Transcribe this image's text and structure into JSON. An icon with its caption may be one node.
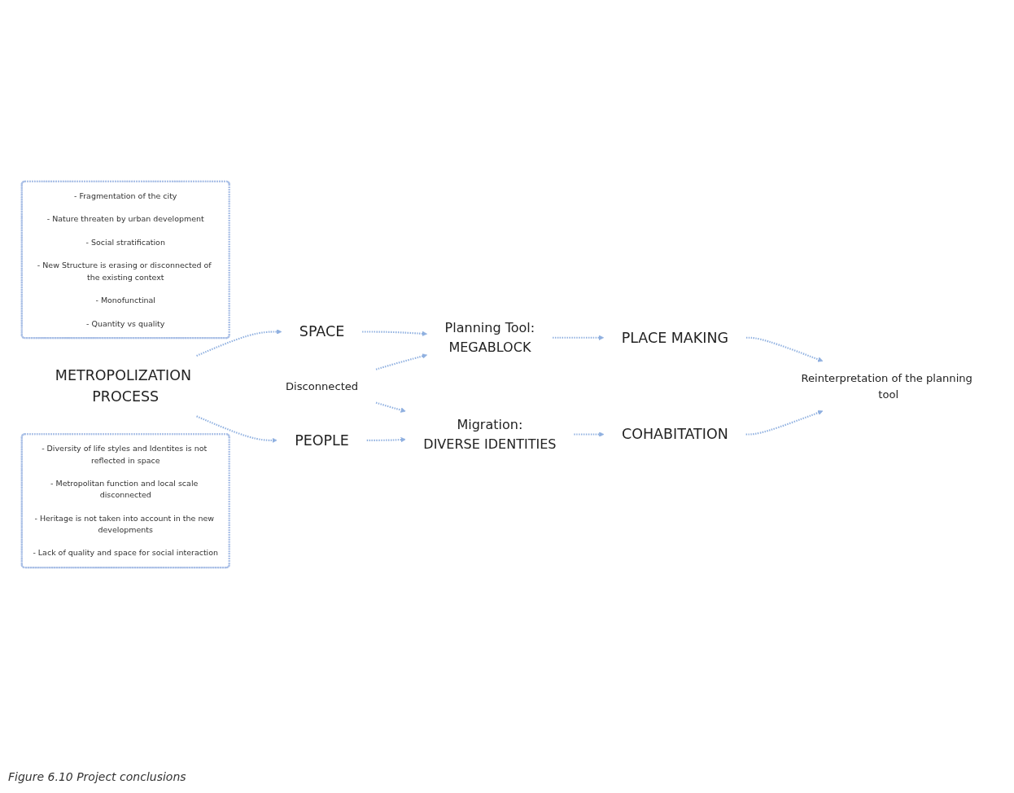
{
  "diagram": {
    "caption": "Figure 6.10 Project conclusions",
    "nodes": [
      {
        "text": [
          "- Fragmentation of the city",
          "- Nature threaten by urban development",
          "- Social stratification",
          "- New Structure is erasing or disconnected of the existing context",
          "- Monofunctinal",
          "- Quantity vs quality"
        ]
      },
      {
        "text": [
          "SPACE"
        ]
      },
      {
        "text": [
          "Planning Tool:",
          "MEGABLOCK"
        ]
      },
      {
        "text": [
          "PLACE MAKING"
        ]
      },
      {
        "text": [
          "METROPOLIZATION PROCESS"
        ]
      },
      {
        "text": [
          "Disconnected"
        ]
      },
      {
        "text": [
          "Reinterpretation of the planning tool"
        ]
      },
      {
        "text": [
          "PEOPLE"
        ]
      },
      {
        "text": [
          "Migration:",
          "DIVERSE IDENTITIES"
        ]
      },
      {
        "text": [
          "COHABITATION"
        ]
      },
      {
        "text": [
          "- Diversity of life styles and Identites is not reflected in space",
          "- Metropolitan function and local scale disconnected",
          "- Heritage is not taken into account in the new developments",
          "- Lack of quality and space for social interaction"
        ]
      }
    ],
    "edges": [
      {
        "from": 4,
        "to": 1,
        "arrow": "to",
        "style": "dashed"
      },
      {
        "from": 4,
        "to": 7,
        "arrow": "to",
        "style": "dashed"
      },
      {
        "from": 1,
        "to": 2,
        "arrow": "to",
        "style": "dashed"
      },
      {
        "from": 2,
        "to": 3,
        "arrow": "to",
        "style": "dashed"
      },
      {
        "from": 5,
        "to": 2,
        "arrow": "to",
        "style": "dashed"
      },
      {
        "from": 5,
        "to": 8,
        "arrow": "to",
        "style": "dashed"
      },
      {
        "from": 3,
        "to": 6,
        "arrow": "to",
        "style": "dashed"
      },
      {
        "from": 9,
        "to": 6,
        "arrow": "to",
        "style": "dashed"
      },
      {
        "from": 7,
        "to": 8,
        "arrow": "to",
        "style": "dashed"
      },
      {
        "from": 8,
        "to": 9,
        "arrow": "to",
        "style": "dashed"
      }
    ]
  }
}
